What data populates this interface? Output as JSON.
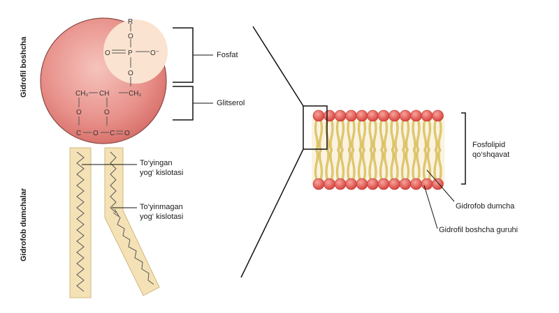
{
  "labels": {
    "hydrophilic_head": "Gidrofil boshcha",
    "hydrophobic_tails": "Gidrofob dumchalar",
    "phosphate": "Fosfat",
    "glycerol": "Glitserol",
    "saturated_line1": "To‘yingan",
    "saturated_line2": "yog‘ kislotasi",
    "unsaturated_line1": "To‘yinmagan",
    "unsaturated_line2": "yog‘ kislotasi",
    "bilayer_line1": "Fosfolipid",
    "bilayer_line2": "qo‘shqavat",
    "tail_pointer": "Gidrofob dumcha",
    "head_pointer": "Gidrofil boshcha guruhi"
  },
  "chemistry": {
    "r": "R",
    "o": "O",
    "p": "P",
    "o_minus": "O⁻",
    "c": "C",
    "ch2": "CH₂",
    "ch": "CH"
  },
  "colors": {
    "head_fill": "#e88d8a",
    "phosphate_fill": "#fae3d0",
    "tail_fill": "#f4e2b6",
    "tail_stroke": "#d2b77e",
    "bilayer_head": "#e0524c",
    "bilayer_tail": "#e3cd5a"
  }
}
